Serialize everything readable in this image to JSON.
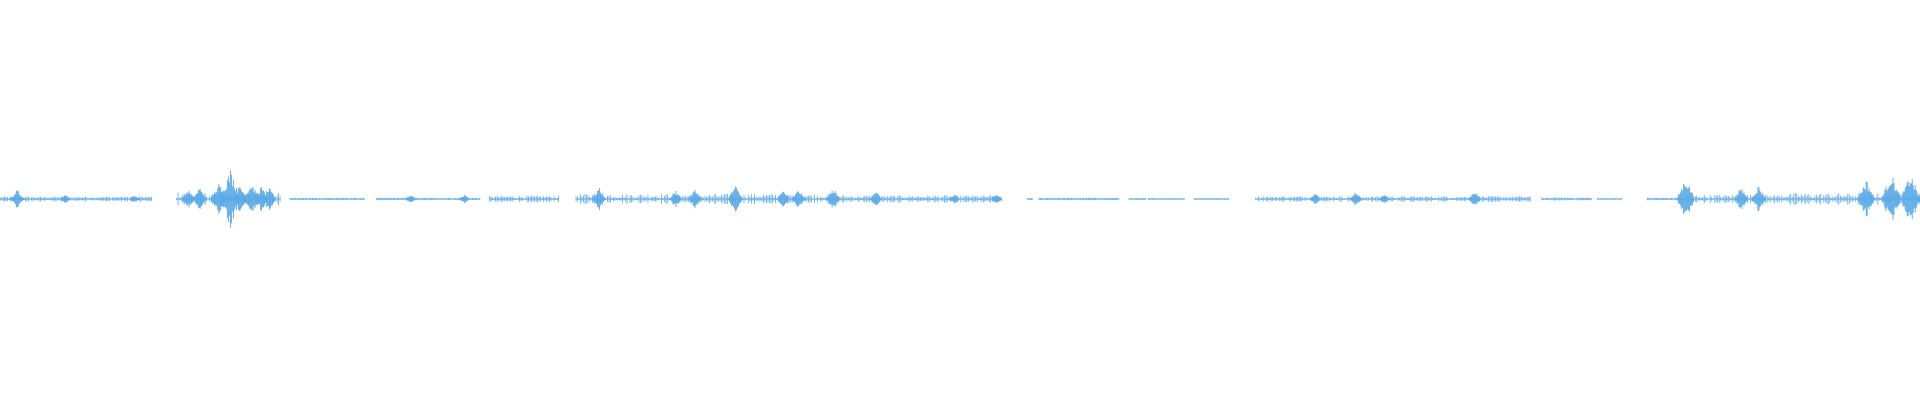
{
  "waveform": {
    "color": "#5aa9e6",
    "background": "#ffffff",
    "segments": [
      [
        0.0,
        0.079,
        0.06
      ],
      [
        0.092,
        0.146,
        0.18
      ],
      [
        0.151,
        0.19,
        0.02
      ],
      [
        0.196,
        0.25,
        0.02
      ],
      [
        0.255,
        0.291,
        0.08
      ],
      [
        0.3,
        0.434,
        0.13
      ],
      [
        0.434,
        0.522,
        0.09
      ],
      [
        0.535,
        0.538,
        0.01
      ],
      [
        0.541,
        0.583,
        0.02
      ],
      [
        0.588,
        0.597,
        0.01
      ],
      [
        0.598,
        0.617,
        0.01
      ],
      [
        0.622,
        0.64,
        0.01
      ],
      [
        0.654,
        0.797,
        0.07
      ],
      [
        0.803,
        0.829,
        0.03
      ],
      [
        0.832,
        0.845,
        0.01
      ],
      [
        0.858,
        0.879,
        0.02
      ],
      [
        0.879,
        0.928,
        0.11
      ],
      [
        0.928,
        1.0,
        0.15
      ]
    ],
    "spikes": [
      [
        0.009,
        0.1
      ],
      [
        0.034,
        0.05
      ],
      [
        0.07,
        0.04
      ],
      [
        0.098,
        0.1
      ],
      [
        0.104,
        0.12
      ],
      [
        0.114,
        0.16
      ],
      [
        0.12,
        0.3
      ],
      [
        0.125,
        0.14
      ],
      [
        0.131,
        0.17
      ],
      [
        0.136,
        0.13
      ],
      [
        0.14,
        0.12
      ],
      [
        0.214,
        0.05
      ],
      [
        0.242,
        0.05
      ],
      [
        0.312,
        0.12
      ],
      [
        0.352,
        0.09
      ],
      [
        0.362,
        0.1
      ],
      [
        0.383,
        0.14
      ],
      [
        0.408,
        0.09
      ],
      [
        0.416,
        0.1
      ],
      [
        0.434,
        0.11
      ],
      [
        0.456,
        0.09
      ],
      [
        0.497,
        0.05
      ],
      [
        0.519,
        0.05
      ],
      [
        0.685,
        0.06
      ],
      [
        0.706,
        0.08
      ],
      [
        0.721,
        0.05
      ],
      [
        0.768,
        0.09
      ],
      [
        0.878,
        0.22
      ],
      [
        0.907,
        0.12
      ],
      [
        0.916,
        0.14
      ],
      [
        0.972,
        0.2
      ],
      [
        0.985,
        0.26
      ],
      [
        0.995,
        0.26
      ]
    ]
  }
}
